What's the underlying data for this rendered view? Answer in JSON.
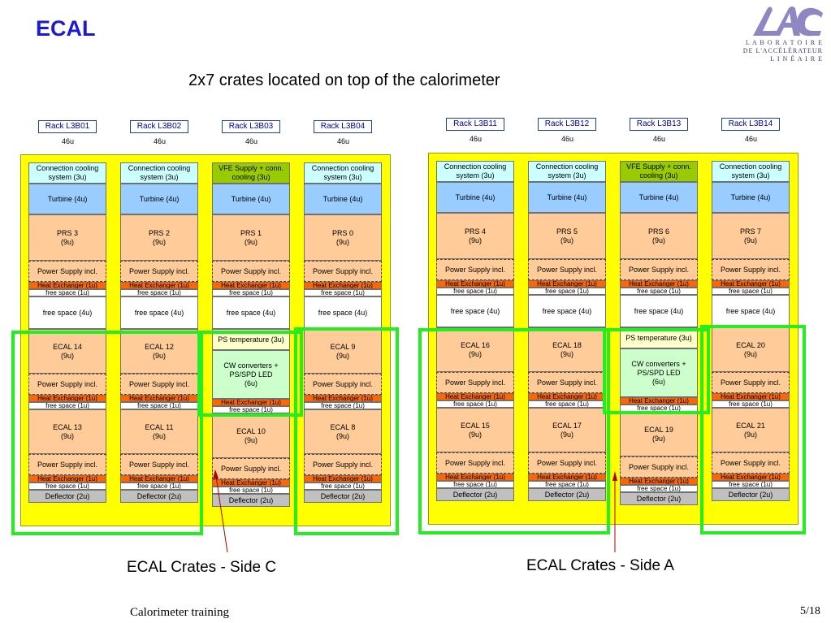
{
  "title": "ECAL",
  "subtitle": "2x7 crates located on top of the calorimeter",
  "logo": {
    "line1": "L A B O R A T O I R E",
    "line2": "DE L'ACCÉLÉRATEUR",
    "line3": "L I N É A I R E"
  },
  "captions": {
    "side_c": "ECAL Crates - Side C",
    "side_a": "ECAL Crates - Side A"
  },
  "footer": {
    "left": "Calorimeter training",
    "right": "5/18"
  },
  "groups": [
    {
      "racks": [
        {
          "name": "Rack L3B01",
          "height": "46u",
          "slots": [
            {
              "t": "conn",
              "label": "Connection cooling\nsystem (3u)"
            },
            {
              "t": "turb",
              "label": "Turbine (4u)"
            },
            {
              "t": "prs",
              "label": "PRS 3\n(9u)"
            },
            {
              "t": "ps",
              "label": "Power Supply incl."
            },
            {
              "t": "hx",
              "label": "Heat Exchanger (1u)"
            },
            {
              "t": "free1",
              "label": "free space (1u)"
            },
            {
              "t": "free4",
              "label": "free space (4u)"
            },
            {
              "t": "ecal",
              "label": "ECAL 14\n(9u)"
            },
            {
              "t": "ps",
              "label": "Power Supply incl."
            },
            {
              "t": "hx",
              "label": "Heat Exchanger (1u)"
            },
            {
              "t": "free1",
              "label": "free space (1u)"
            },
            {
              "t": "ecal",
              "label": "ECAL 13\n(9u)"
            },
            {
              "t": "ps",
              "label": "Power Supply incl."
            },
            {
              "t": "hx",
              "label": "Heat Exchanger (1u)"
            },
            {
              "t": "free1",
              "label": "free space (1u)"
            },
            {
              "t": "def",
              "label": "Deflector (2u)"
            }
          ]
        },
        {
          "name": "Rack L3B02",
          "height": "46u",
          "slots": [
            {
              "t": "conn",
              "label": "Connection cooling\nsystem (3u)"
            },
            {
              "t": "turb",
              "label": "Turbine (4u)"
            },
            {
              "t": "prs",
              "label": "PRS 2\n(9u)"
            },
            {
              "t": "ps",
              "label": "Power Supply incl."
            },
            {
              "t": "hx",
              "label": "Heat Exchanger (1u)"
            },
            {
              "t": "free1",
              "label": "free space (1u)"
            },
            {
              "t": "free4",
              "label": "free space (4u)"
            },
            {
              "t": "ecal",
              "label": "ECAL 12\n(9u)"
            },
            {
              "t": "ps",
              "label": "Power Supply incl."
            },
            {
              "t": "hx",
              "label": "Heat Exchanger (1u)"
            },
            {
              "t": "free1",
              "label": "free space (1u)"
            },
            {
              "t": "ecal",
              "label": "ECAL 11\n(9u)"
            },
            {
              "t": "ps",
              "label": "Power Supply incl."
            },
            {
              "t": "hx",
              "label": "Heat Exchanger (1u)"
            },
            {
              "t": "free1",
              "label": "free space (1u)"
            },
            {
              "t": "def",
              "label": "Deflector (2u)"
            }
          ]
        },
        {
          "name": "Rack L3B03",
          "height": "46u",
          "slots": [
            {
              "t": "vfe",
              "label": "VFE Supply + conn.\ncooling (3u)"
            },
            {
              "t": "turb",
              "label": "Turbine (4u)"
            },
            {
              "t": "prs",
              "label": "PRS 1\n(9u)"
            },
            {
              "t": "ps",
              "label": "Power Supply incl."
            },
            {
              "t": "hx",
              "label": "Heat Exchanger (1u)"
            },
            {
              "t": "free1",
              "label": "free space (1u)"
            },
            {
              "t": "free4",
              "label": "free space (4u)"
            },
            {
              "t": "pst",
              "label": "PS temperature (3u)"
            },
            {
              "t": "cw",
              "label": "CW converters +\nPS/SPD LED\n(6u)"
            },
            {
              "t": "hx",
              "label": "Heat Exchanger (1u)"
            },
            {
              "t": "free1",
              "label": "free space (1u)"
            },
            {
              "t": "ecal",
              "label": "ECAL 10\n(9u)"
            },
            {
              "t": "ps",
              "label": "Power Supply incl."
            },
            {
              "t": "hx",
              "label": "Heat Exchanger (1u)"
            },
            {
              "t": "free1",
              "label": "free space (1u)"
            },
            {
              "t": "def",
              "label": "Deflector (2u)"
            }
          ]
        },
        {
          "name": "Rack L3B04",
          "height": "46u",
          "slots": [
            {
              "t": "conn",
              "label": "Connection cooling\nsystem (3u)"
            },
            {
              "t": "turb",
              "label": "Turbine (4u)"
            },
            {
              "t": "prs",
              "label": "PRS 0\n(9u)"
            },
            {
              "t": "ps",
              "label": "Power Supply incl."
            },
            {
              "t": "hx",
              "label": "Heat Exchanger (1u)"
            },
            {
              "t": "free1",
              "label": "free space (1u)"
            },
            {
              "t": "free4",
              "label": "free space (4u)"
            },
            {
              "t": "ecal",
              "label": "ECAL 9\n(9u)"
            },
            {
              "t": "ps",
              "label": "Power Supply incl."
            },
            {
              "t": "hx",
              "label": "Heat Exchanger (1u)"
            },
            {
              "t": "free1",
              "label": "free space (1u)"
            },
            {
              "t": "ecal",
              "label": "ECAL 8\n(9u)"
            },
            {
              "t": "ps",
              "label": "Power Supply incl."
            },
            {
              "t": "hx",
              "label": "Heat Exchanger (1u)"
            },
            {
              "t": "free1",
              "label": "free space (1u)"
            },
            {
              "t": "def",
              "label": "Deflector (2u)"
            }
          ]
        }
      ]
    },
    {
      "racks": [
        {
          "name": "Rack L3B11",
          "height": "46u",
          "slots": [
            {
              "t": "conn",
              "label": "Connection cooling\nsystem (3u)"
            },
            {
              "t": "turb",
              "label": "Turbine (4u)"
            },
            {
              "t": "prs",
              "label": "PRS 4\n(9u)"
            },
            {
              "t": "ps",
              "label": "Power Supply incl."
            },
            {
              "t": "hx",
              "label": "Heat Exchanger (1u)"
            },
            {
              "t": "free1",
              "label": "free space (1u)"
            },
            {
              "t": "free4",
              "label": "free space (4u)"
            },
            {
              "t": "ecal",
              "label": "ECAL 16\n(9u)"
            },
            {
              "t": "ps",
              "label": "Power Supply incl."
            },
            {
              "t": "hx",
              "label": "Heat Exchanger (1u)"
            },
            {
              "t": "free1",
              "label": "free space (1u)"
            },
            {
              "t": "ecal",
              "label": "ECAL 15\n(9u)"
            },
            {
              "t": "ps",
              "label": "Power Supply incl."
            },
            {
              "t": "hx",
              "label": "Heat Exchanger (1u)"
            },
            {
              "t": "free1",
              "label": "free space (1u)"
            },
            {
              "t": "def",
              "label": "Deflector (2u)"
            }
          ]
        },
        {
          "name": "Rack L3B12",
          "height": "46u",
          "slots": [
            {
              "t": "conn",
              "label": "Connection cooling\nsystem (3u)"
            },
            {
              "t": "turb",
              "label": "Turbine (4u)"
            },
            {
              "t": "prs",
              "label": "PRS 5\n(9u)"
            },
            {
              "t": "ps",
              "label": "Power Supply incl."
            },
            {
              "t": "hx",
              "label": "Heat Exchanger (1u)"
            },
            {
              "t": "free1",
              "label": "free space (1u)"
            },
            {
              "t": "free4",
              "label": "free space (4u)"
            },
            {
              "t": "ecal",
              "label": "ECAL 18\n(9u)"
            },
            {
              "t": "ps",
              "label": "Power Supply incl."
            },
            {
              "t": "hx",
              "label": "Heat Exchanger (1u)"
            },
            {
              "t": "free1",
              "label": "free space (1u)"
            },
            {
              "t": "ecal",
              "label": "ECAL 17\n(9u)"
            },
            {
              "t": "ps",
              "label": "Power Supply incl."
            },
            {
              "t": "hx",
              "label": "Heat Exchanger (1u)"
            },
            {
              "t": "free1",
              "label": "free space (1u)"
            },
            {
              "t": "def",
              "label": "Deflector (2u)"
            }
          ]
        },
        {
          "name": "Rack L3B13",
          "height": "46u",
          "slots": [
            {
              "t": "vfe",
              "label": "VFE Supply + conn.\ncooling (3u)"
            },
            {
              "t": "turb",
              "label": "Turbine (4u)"
            },
            {
              "t": "prs",
              "label": "PRS 6\n(9u)"
            },
            {
              "t": "ps",
              "label": "Power Supply incl."
            },
            {
              "t": "hx",
              "label": "Heat Exchanger (1u)"
            },
            {
              "t": "free1",
              "label": "free space (1u)"
            },
            {
              "t": "free4",
              "label": "free space (4u)"
            },
            {
              "t": "pst",
              "label": "PS temperature (3u)"
            },
            {
              "t": "cw",
              "label": "CW converters +\nPS/SPD LED\n(6u)"
            },
            {
              "t": "hx",
              "label": "Heat Exchanger (1u)"
            },
            {
              "t": "free1",
              "label": "free space (1u)"
            },
            {
              "t": "ecal",
              "label": "ECAL 19\n(9u)"
            },
            {
              "t": "ps",
              "label": "Power Supply incl."
            },
            {
              "t": "hx",
              "label": "Heat Exchanger (1u)"
            },
            {
              "t": "free1",
              "label": "free space (1u)"
            },
            {
              "t": "def",
              "label": "Deflector (2u)"
            }
          ]
        },
        {
          "name": "Rack L3B14",
          "height": "46u",
          "slots": [
            {
              "t": "conn",
              "label": "Connection cooling\nsystem (3u)"
            },
            {
              "t": "turb",
              "label": "Turbine (4u)"
            },
            {
              "t": "prs",
              "label": "PRS 7\n(9u)"
            },
            {
              "t": "ps",
              "label": "Power Supply incl."
            },
            {
              "t": "hx",
              "label": "Heat Exchanger (1u)"
            },
            {
              "t": "free1",
              "label": "free space (1u)"
            },
            {
              "t": "free4",
              "label": "free space (4u)"
            },
            {
              "t": "ecal",
              "label": "ECAL 20\n(9u)"
            },
            {
              "t": "ps",
              "label": "Power Supply incl."
            },
            {
              "t": "hx",
              "label": "Heat Exchanger (1u)"
            },
            {
              "t": "free1",
              "label": "free space (1u)"
            },
            {
              "t": "ecal",
              "label": "ECAL 21\n(9u)"
            },
            {
              "t": "ps",
              "label": "Power Supply incl."
            },
            {
              "t": "hx",
              "label": "Heat Exchanger (1u)"
            },
            {
              "t": "free1",
              "label": "free space (1u)"
            },
            {
              "t": "def",
              "label": "Deflector (2u)"
            }
          ]
        }
      ]
    }
  ]
}
